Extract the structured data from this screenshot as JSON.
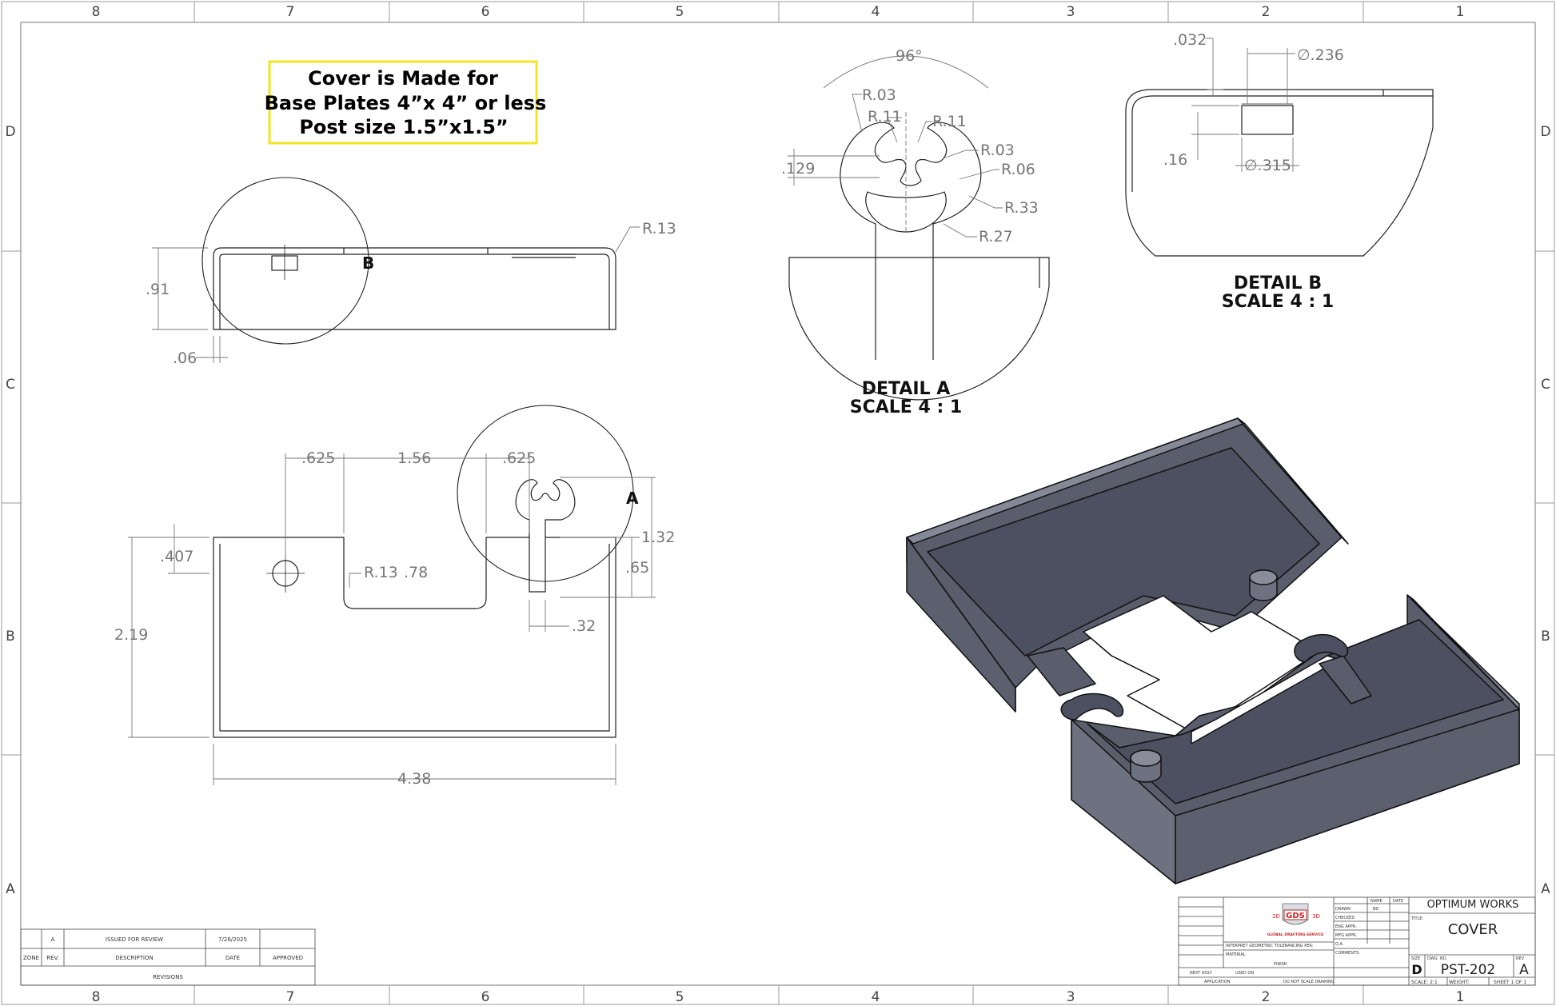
{
  "border": {
    "columns": [
      "8",
      "7",
      "6",
      "5",
      "4",
      "3",
      "2",
      "1"
    ],
    "rows": [
      "D",
      "C",
      "B",
      "A"
    ]
  },
  "note": {
    "line1": "Cover is Made for",
    "line2": "Base Plates 4”x 4” or less",
    "line3": "Post size 1.5”x1.5”"
  },
  "front_view": {
    "callout_letter": "B",
    "dims": {
      "radius": "R.13",
      "height": ".91",
      "thickness": ".06"
    }
  },
  "top_view": {
    "callout_letter": "A",
    "dims": {
      "slot_offset": ".625",
      "slot_width": "1.56",
      "clip_offset": ".625",
      "hole_y": ".407",
      "slot_radius": "R.13",
      "slot_depth": ".78",
      "clip_total": "1.32",
      "clip_stem": ".65",
      "clip_width": ".32",
      "height": "2.19",
      "width": "4.38"
    }
  },
  "detail_a": {
    "title": "DETAIL A",
    "scale": "SCALE 4 : 1",
    "dims": {
      "angle": "96°",
      "r1": "R.03",
      "r2": "R.11",
      "r3": "R.11",
      "r4": "R.03",
      "r5": "R.06",
      "r6": "R.33",
      "r7": "R.27",
      "gap": ".129"
    }
  },
  "detail_b": {
    "title": "DETAIL B",
    "scale": "SCALE 4 : 1",
    "dims": {
      "wall": ".032",
      "boss_dia": "∅.236",
      "boss_height": ".16",
      "base_dia": "∅.315"
    }
  },
  "revisions": {
    "row": {
      "zone": "",
      "rev": "A",
      "description": "ISSUED FOR REVIEW",
      "date": "7/26/2025",
      "approved": ""
    },
    "headers": {
      "zone": "ZONE",
      "rev": "REV.",
      "description": "DESCRIPTION",
      "date": "DATE",
      "approved": "APPROVED"
    },
    "title": "REVISIONS"
  },
  "title_block": {
    "company": "OPTIMUM WORKS",
    "title_label": "TITLE:",
    "title": "COVER",
    "size_label": "SIZE",
    "size": "D",
    "dwg_label": "DWG. NO.",
    "dwg_no": "PST-202",
    "rev_label": "REV",
    "rev": "A",
    "scale": "SCALE: 2:1",
    "weight": "WEIGHT:",
    "sheet": "SHEET 1 OF 1",
    "name_hdr": "NAME",
    "date_hdr": "DATE",
    "drawn": "DRAWN",
    "drawn_name": "BD",
    "checked": "CHECKED",
    "eng_appr": "ENG APPR.",
    "mfg_appr": "MFG APPR.",
    "qa": "Q.A.",
    "comments": "COMMENTS:",
    "tolerancing": "INTERPRET GEOMETRIC TOLERANCING PER:",
    "material": "MATERIAL",
    "finish": "FINISH",
    "next_assy": "NEXT ASSY",
    "used_on": "USED ON",
    "application": "APPLICATION",
    "do_not_scale": "DO NOT SCALE DRAWING",
    "logo_text": "GDS",
    "logo_sub": "GLOBAL DRAFTING SERVICE",
    "logo_side_left": "2D",
    "logo_side_right": "3D"
  }
}
